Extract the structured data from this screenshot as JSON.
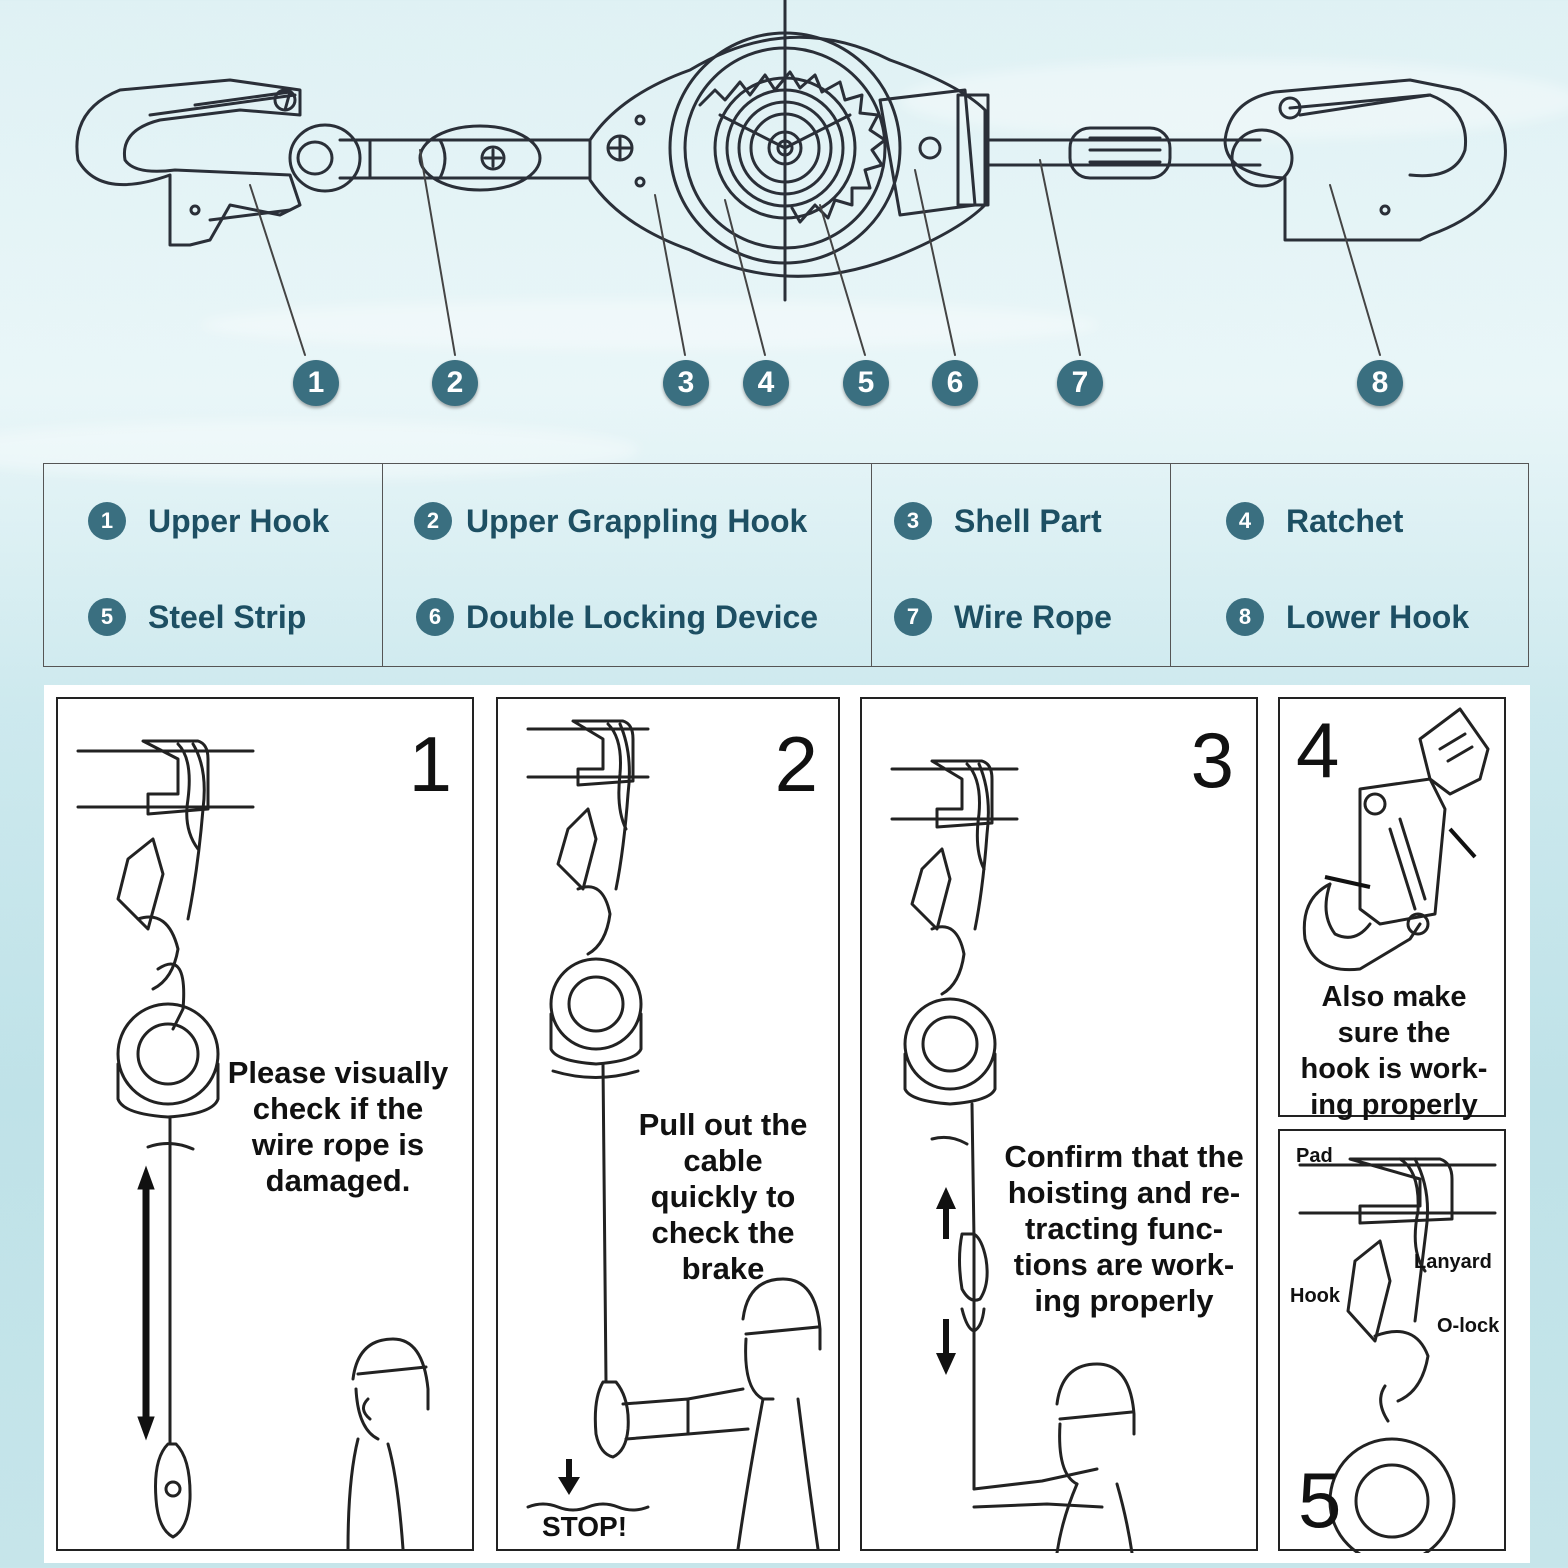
{
  "legend": {
    "items": [
      {
        "num": "1",
        "label": "Upper Hook"
      },
      {
        "num": "2",
        "label": "Upper Grappling Hook"
      },
      {
        "num": "3",
        "label": "Shell Part"
      },
      {
        "num": "4",
        "label": "Ratchet"
      },
      {
        "num": "5",
        "label": "Steel Strip"
      },
      {
        "num": "6",
        "label": "Double Locking Device"
      },
      {
        "num": "7",
        "label": "Wire Rope"
      },
      {
        "num": "8",
        "label": "Lower Hook"
      }
    ]
  },
  "callouts": [
    "1",
    "2",
    "3",
    "4",
    "5",
    "6",
    "7",
    "8"
  ],
  "steps": [
    {
      "num": "1",
      "text": "Please visually\ncheck if the\nwire rope is\ndamaged."
    },
    {
      "num": "2",
      "text": "Pull out the\ncable\nquickly to\ncheck the\nbrake",
      "stop_label": "STOP!"
    },
    {
      "num": "3",
      "text": "Confirm that the\nhoisting and re-\ntracting func-\ntions are work-\ning properly"
    },
    {
      "num": "4",
      "text": "Also make\nsure the\nhook is work-\ning properly"
    },
    {
      "num": "5",
      "labels": {
        "pad": "Pad",
        "lanyard": "Lanyard",
        "hook": "Hook",
        "olock": "O-lock"
      }
    }
  ]
}
